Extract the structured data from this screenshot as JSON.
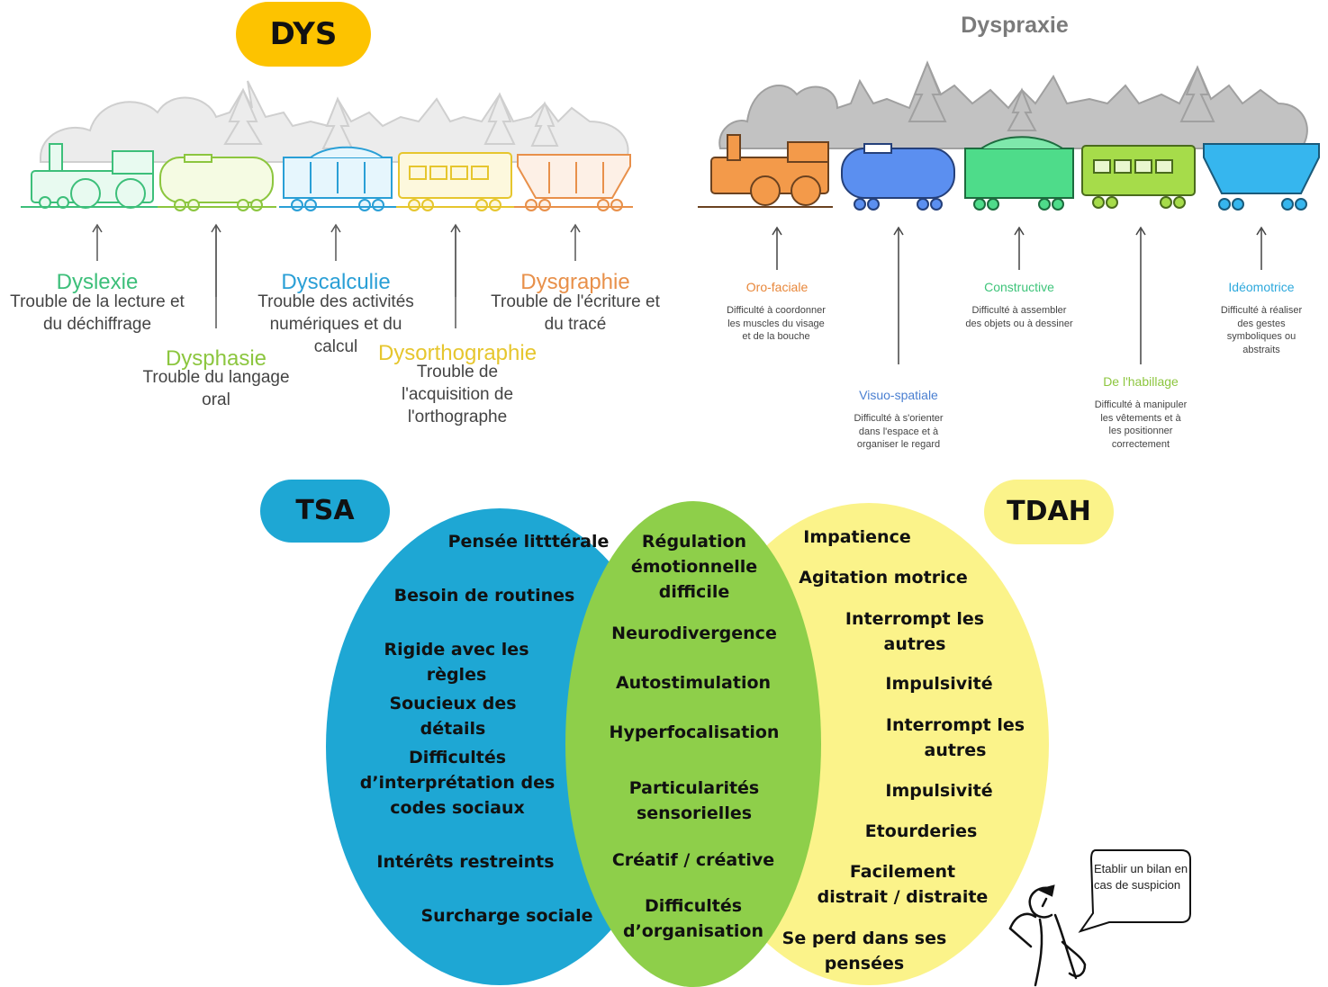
{
  "dys": {
    "badge": "DYS",
    "items": [
      {
        "title": "Dyslexie",
        "desc": "Trouble de la lecture et du déchiffrage",
        "color": "#3dbf7a"
      },
      {
        "title": "Dysphasie",
        "desc": "Trouble du langage oral",
        "color": "#8cc63f"
      },
      {
        "title": "Dyscalculie",
        "desc": "Trouble des activités numériques et du calcul",
        "color": "#2a9fd6"
      },
      {
        "title": "Dysorthographie",
        "desc": "Trouble de l'acquisition de l'orthographe",
        "color": "#e6c62e"
      },
      {
        "title": "Dysgraphie",
        "desc": "Trouble de l'écriture et du tracé",
        "color": "#e8904a"
      }
    ]
  },
  "dyspraxie": {
    "title": "Dyspraxie",
    "items": [
      {
        "title": "Oro-faciale",
        "desc": "Difficulté à coordonner les muscles du visage et de la bouche",
        "color": "#e8873a"
      },
      {
        "title": "Visuo-spatiale",
        "desc": "Difficulté à s'orienter dans l'espace et à organiser le regard",
        "color": "#4a7fd1"
      },
      {
        "title": "Constructive",
        "desc": "Difficulté à assembler des objets ou à dessiner",
        "color": "#3ec47a"
      },
      {
        "title": "De l'habillage",
        "desc": "Difficulté à manipuler les vêtements et à les positionner correctement",
        "color": "#8dc63f"
      },
      {
        "title": "Idéomotrice",
        "desc": "Difficulté à réaliser des gestes symboliques ou abstraits",
        "color": "#2ca8dc"
      }
    ]
  },
  "venn": {
    "tsa_badge": "TSA",
    "tdah_badge": "TDAH",
    "tsa": [
      "Pensée litttérale",
      "Besoin de routines",
      "Rigide avec les règles",
      "Soucieux des détails",
      "Difficultés d’interprétation des codes sociaux",
      "Intérêts restreints",
      "Surcharge sociale"
    ],
    "common": [
      "Régulation émotionnelle difficile",
      "Neurodivergence",
      "Autostimulation",
      "Hyperfocalisation",
      "Particularités sensorielles",
      "Créatif / créative",
      "Difficultés d’organisation"
    ],
    "tdah": [
      "Impatience",
      "Agitation motrice",
      "Interrompt les autres",
      "Impulsivité",
      "Interrompt les autres",
      "Impulsivité",
      "Etourderies",
      "Facilement distrait / distraite",
      "Se perd dans ses pensées"
    ]
  },
  "bubble": "Etablir un bilan en cas de suspicion",
  "colors": {
    "yellow_badge": "#fdc300",
    "tsa": "#1ea7d4",
    "tdah": "#fbf38a",
    "common": "#8ecf4a",
    "smoke": "#c8c8c8",
    "smoke_dark": "#a5a5a5"
  }
}
